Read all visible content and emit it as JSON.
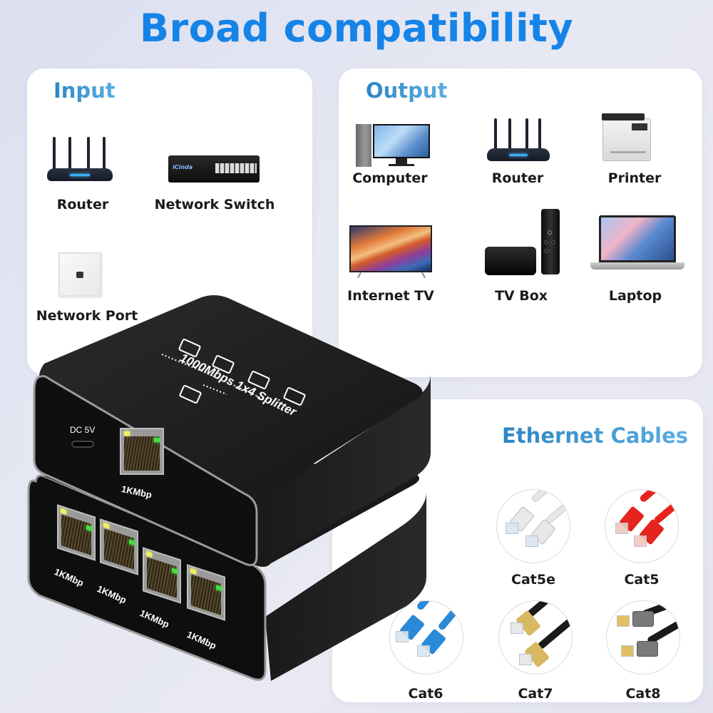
{
  "title": "Broad compatibility",
  "colors": {
    "title_blue": "#1683e6",
    "heading_blue": "#3a97d2",
    "background": "#e3e5f1",
    "card": "#ffffff",
    "led_yellow": "#f0f060",
    "led_green": "#40e040"
  },
  "input": {
    "heading": "Input",
    "items": [
      {
        "label": "Router",
        "icon": "router-icon"
      },
      {
        "label": "Network Switch",
        "icon": "network-switch-icon"
      },
      {
        "label": "Network Port",
        "icon": "wall-port-icon"
      }
    ]
  },
  "output": {
    "heading": "Output",
    "items": [
      {
        "label": "Computer",
        "icon": "computer-icon"
      },
      {
        "label": "Router",
        "icon": "router-icon"
      },
      {
        "label": "Printer",
        "icon": "printer-icon"
      },
      {
        "label": "Internet TV",
        "icon": "tv-icon"
      },
      {
        "label": "TV Box",
        "icon": "tv-box-icon"
      },
      {
        "label": "Laptop",
        "icon": "laptop-icon"
      }
    ]
  },
  "device": {
    "top_label": "1000Mbps 1x4 Splitter",
    "power_label": "DC 5V",
    "input_port_label": "1KMbp",
    "output_port_labels": [
      "1KMbp",
      "1KMbp",
      "1KMbp",
      "1KMbp"
    ]
  },
  "cables": {
    "heading": "Ethernet Cables",
    "items": [
      {
        "label": "Cat5e",
        "color": "#e6e6e6"
      },
      {
        "label": "Cat5",
        "color": "#e52420"
      },
      {
        "label": "Cat6",
        "color": "#2a8ad8"
      },
      {
        "label": "Cat7",
        "color": "#1a1a1a"
      },
      {
        "label": "Cat8",
        "color": "#1a1a1a"
      }
    ]
  }
}
